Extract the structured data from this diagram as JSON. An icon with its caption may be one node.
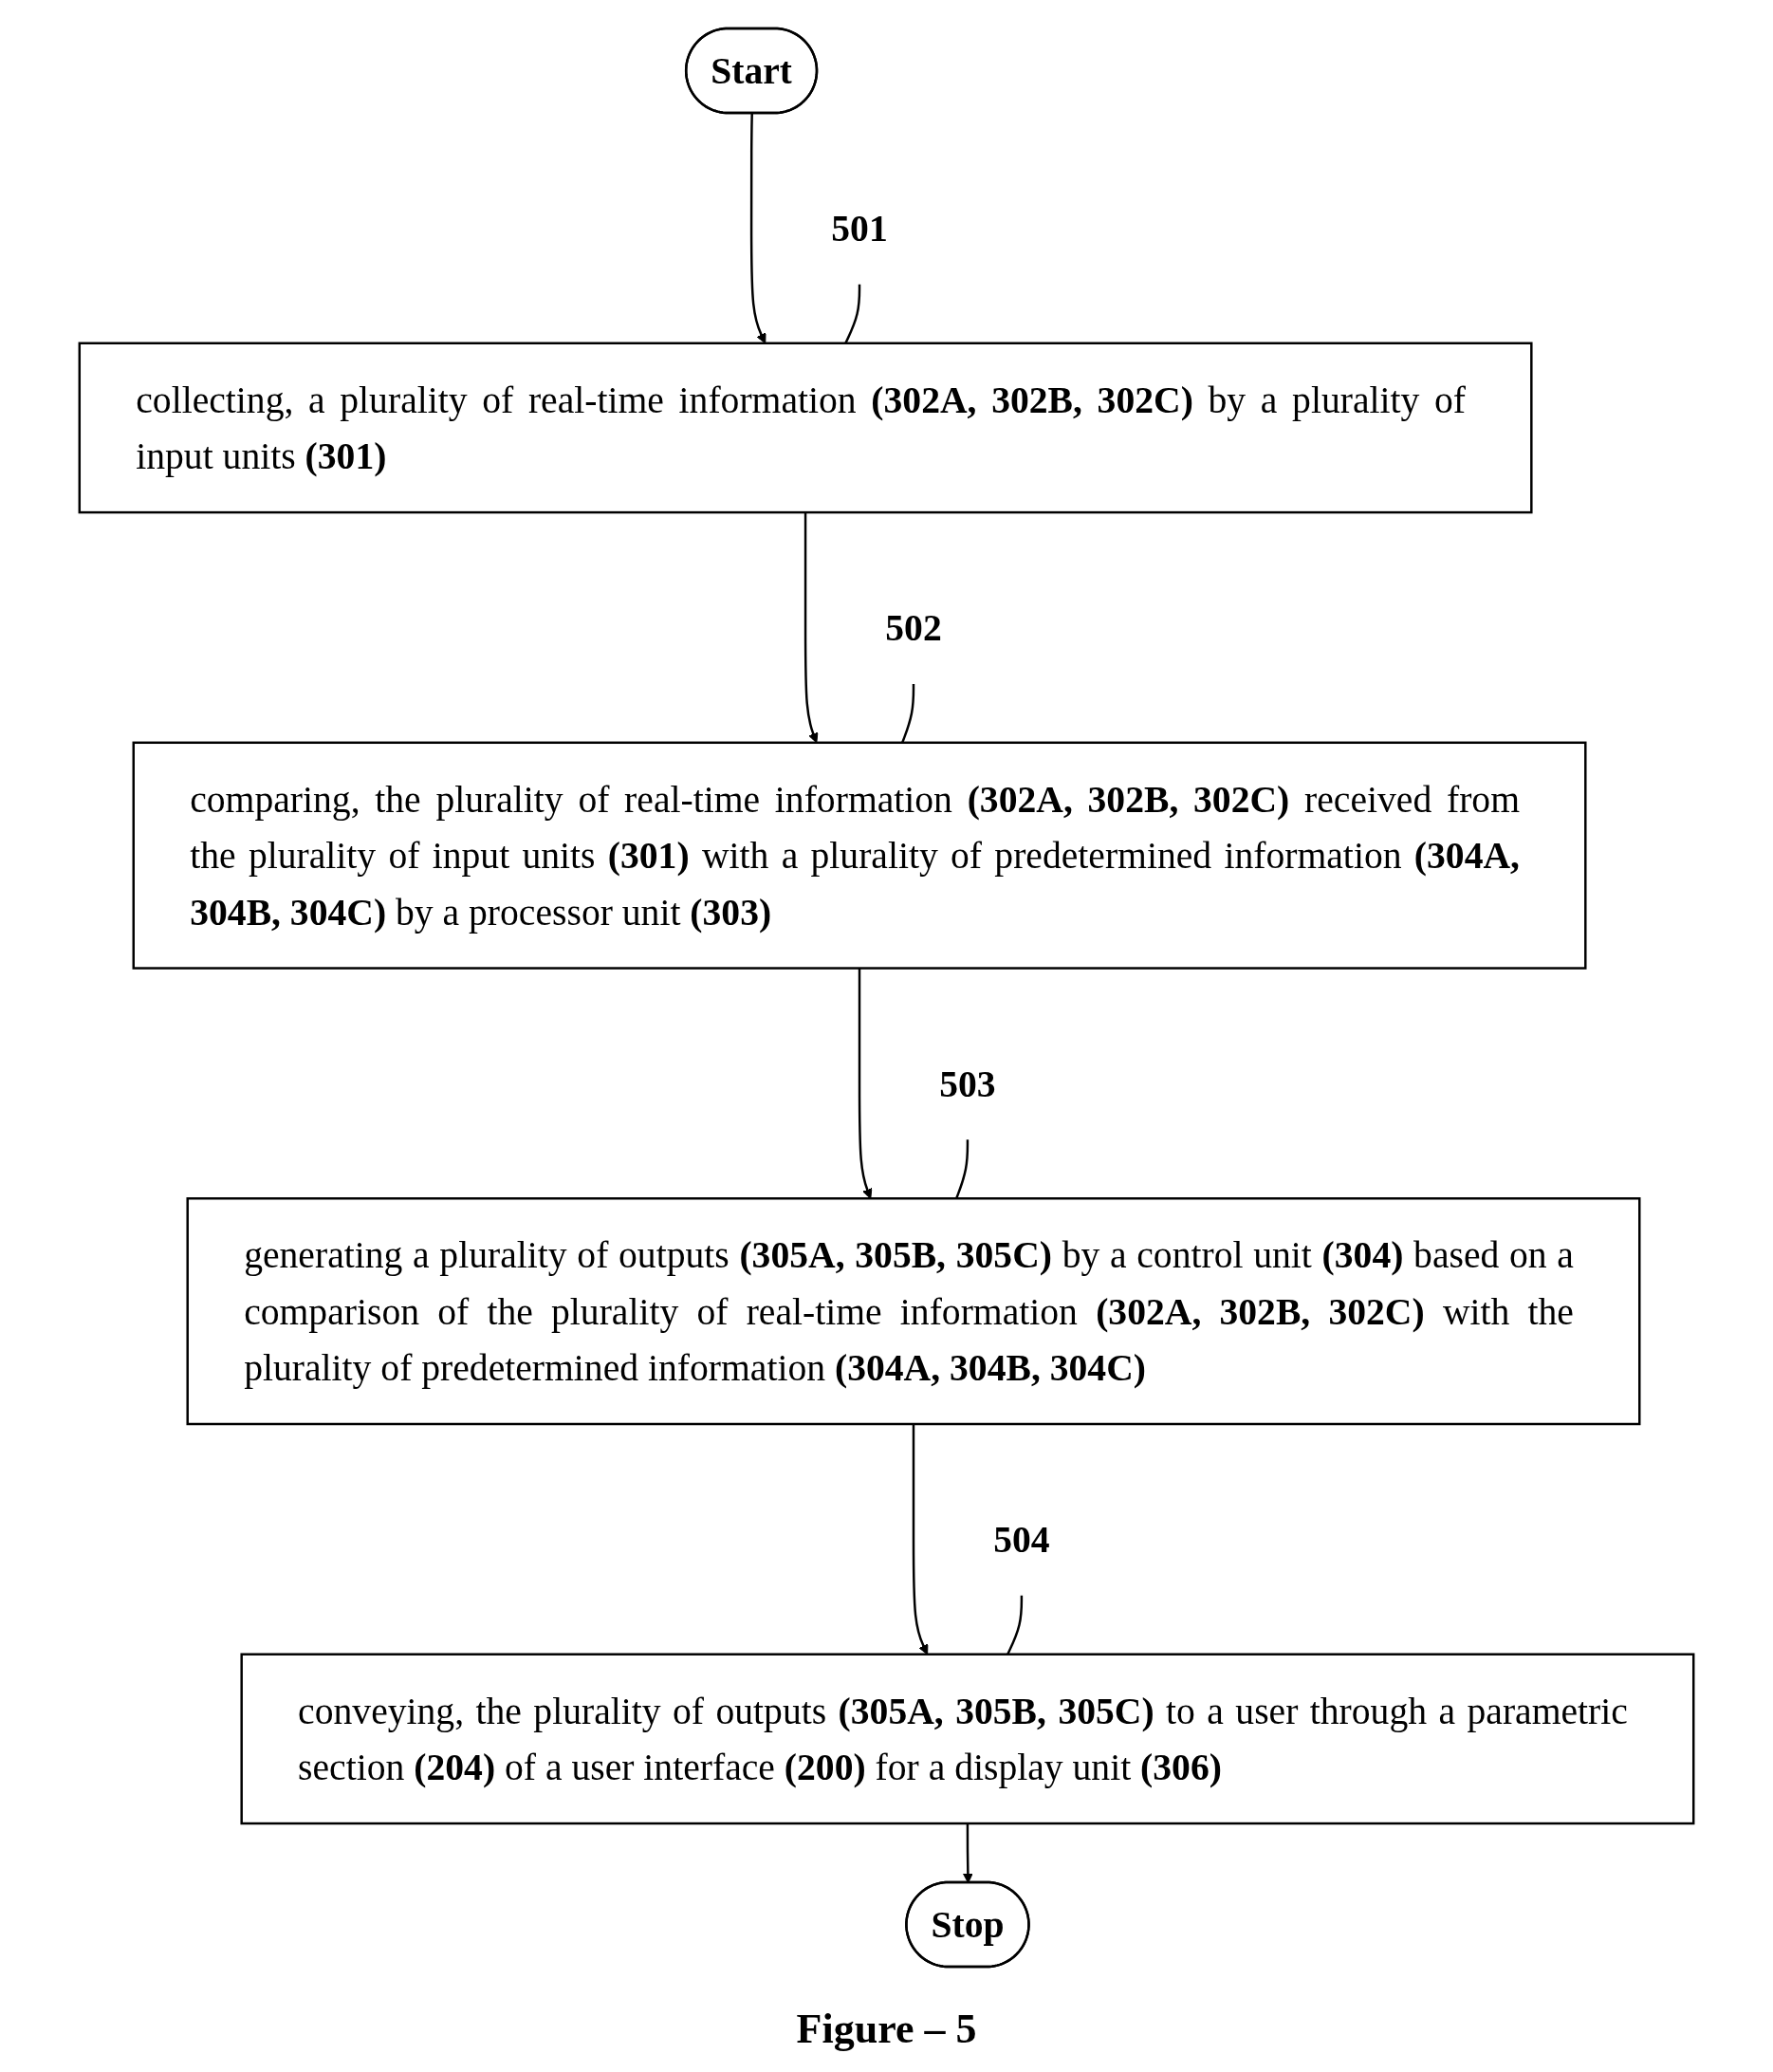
{
  "diagram": {
    "caption": "Figure – 5",
    "nodes": [
      {
        "text": [
          "Start"
        ]
      },
      {
        "text": [
          "501"
        ]
      },
      {
        "text": [
          "collecting, a plurality of real-time information **(302A, 302B, 302C)** by a plurality of input units **(301)**"
        ]
      },
      {
        "text": [
          "502"
        ]
      },
      {
        "text": [
          "comparing, the plurality of real-time information **(302A, 302B, 302C)** received from the plurality of input units **(301)** with a plurality of predetermined information **(304A, 304B, 304C)** by a processor unit **(303)**"
        ]
      },
      {
        "text": [
          "503"
        ]
      },
      {
        "text": [
          "generating a plurality of outputs **(305A, 305B, 305C)** by a control unit **(304)** based on a comparison of the plurality of real-time information **(302A, 302B, 302C)** with the plurality of predetermined information **(304A, 304B, 304C)**"
        ]
      },
      {
        "text": [
          "504"
        ]
      },
      {
        "text": [
          "conveying, the plurality of outputs **(305A, 305B, 305C)** to a user through a parametric section **(204)** of a user interface **(200)** for a display unit **(306)**"
        ]
      },
      {
        "text": [
          "Stop"
        ]
      }
    ],
    "edges": [
      {
        "from": 0,
        "to": 2,
        "arrow": "to"
      },
      {
        "from": 1,
        "to": 2,
        "arrow": "none"
      },
      {
        "from": 2,
        "to": 4,
        "arrow": "to"
      },
      {
        "from": 3,
        "to": 4,
        "arrow": "none"
      },
      {
        "from": 4,
        "to": 6,
        "arrow": "to"
      },
      {
        "from": 5,
        "to": 6,
        "arrow": "none"
      },
      {
        "from": 6,
        "to": 8,
        "arrow": "to"
      },
      {
        "from": 7,
        "to": 8,
        "arrow": "none"
      },
      {
        "from": 8,
        "to": 9,
        "arrow": "to"
      }
    ]
  }
}
